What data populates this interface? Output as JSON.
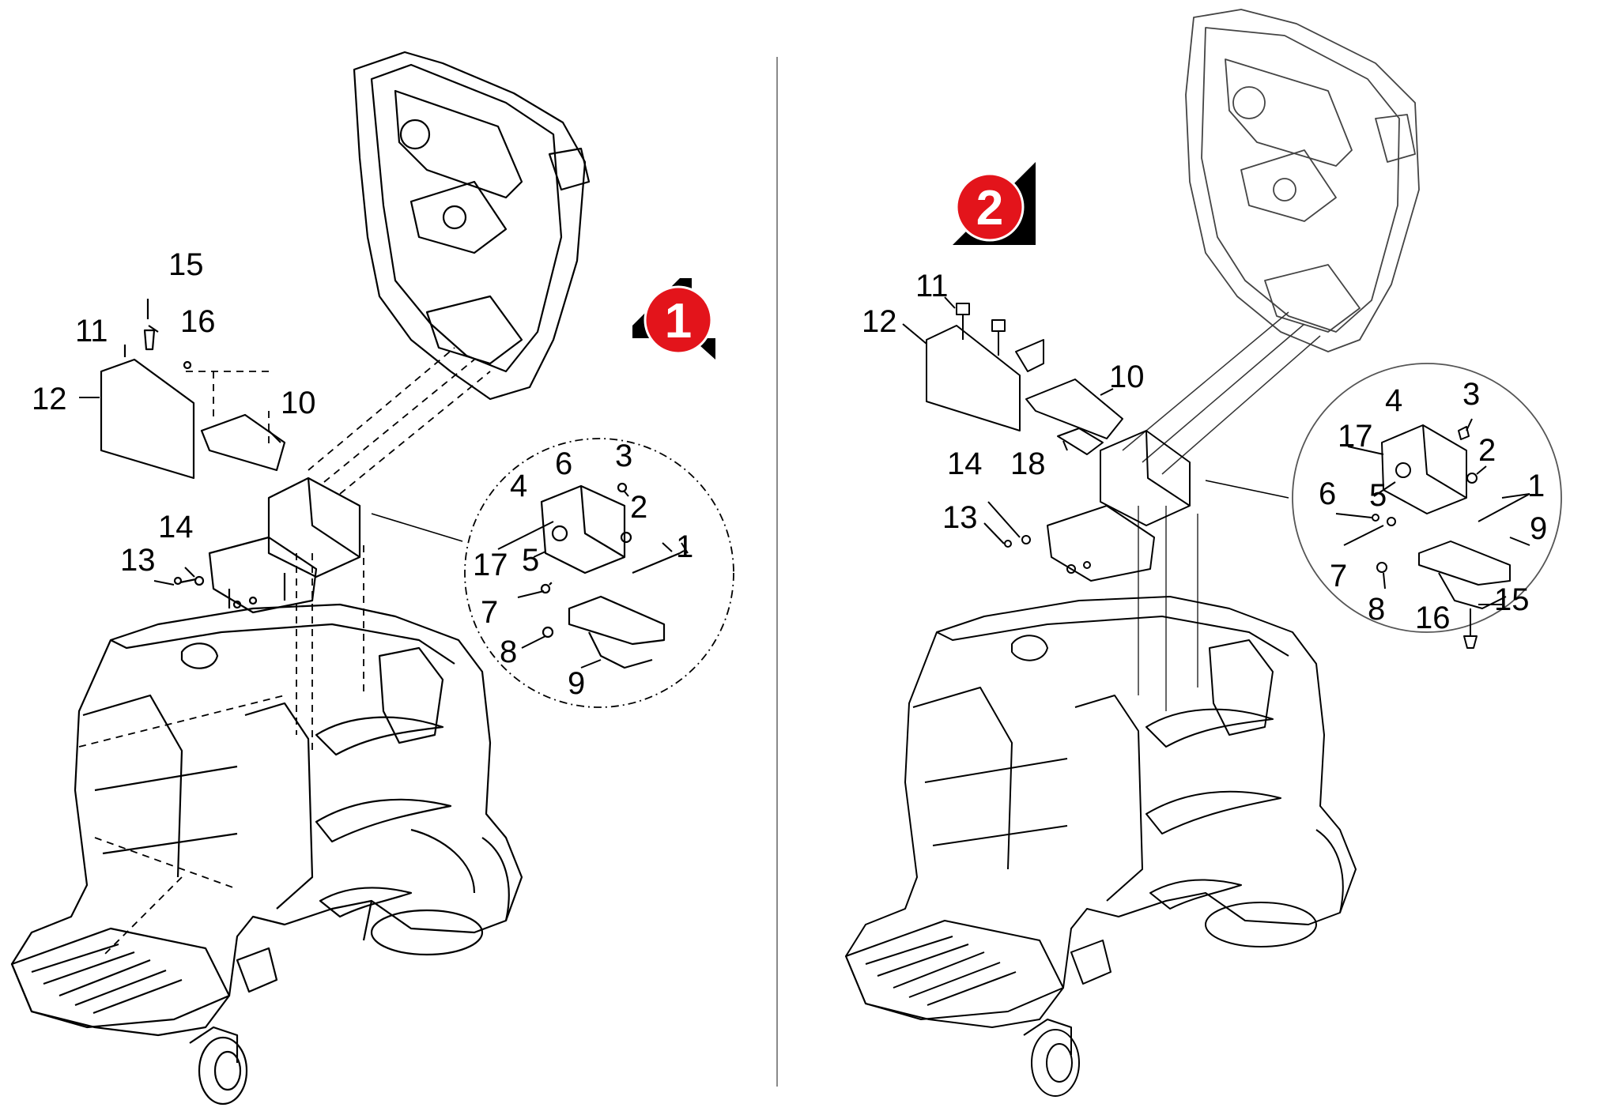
{
  "panels": [
    {
      "badge": "1",
      "labels": [
        "15",
        "16",
        "11",
        "12",
        "10",
        "3",
        "6",
        "4",
        "2",
        "14",
        "13",
        "17",
        "5",
        "1",
        "7",
        "8",
        "9"
      ]
    },
    {
      "badge": "2",
      "labels": [
        "11",
        "12",
        "10",
        "14",
        "18",
        "13",
        "4",
        "3",
        "17",
        "2",
        "5",
        "6",
        "1",
        "9",
        "7",
        "8",
        "16",
        "15"
      ]
    }
  ],
  "colors": {
    "badge_fill": "#e3141b",
    "badge_text": "#ffffff",
    "line": "#000000"
  }
}
